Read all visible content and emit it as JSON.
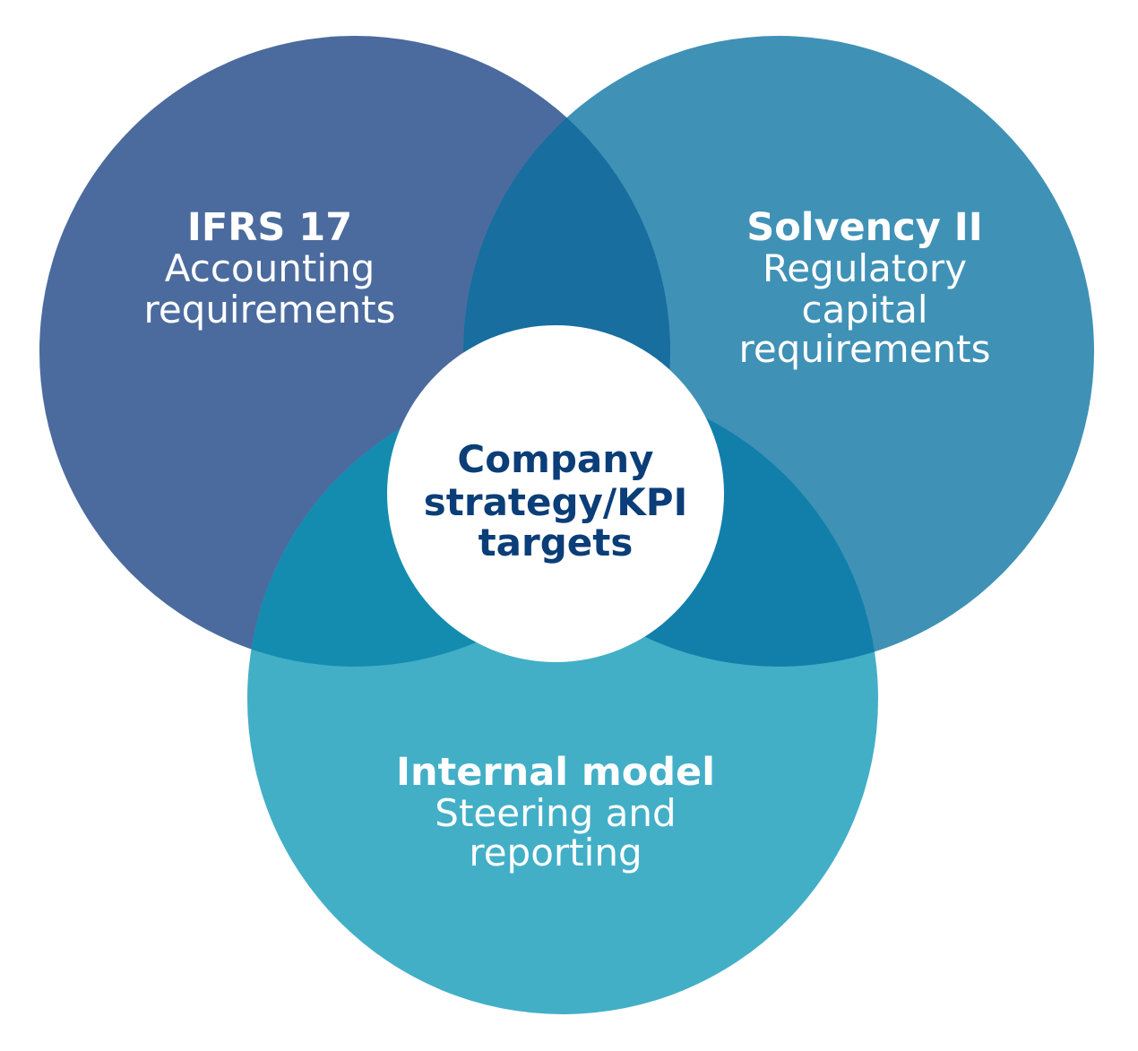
{
  "colors": {
    "ifrs_circle": "#4b6b9e",
    "solvency_circle": "#4091b6",
    "internal_circle": "#42afc7",
    "overlap_ifrs_solvency": "#176e9f",
    "overlap_ifrs_internal": "#148caf",
    "overlap_solvency_internal": "#127fab",
    "center_fill": "#ffffff",
    "center_text": "#0b3e78"
  },
  "circles": [
    {
      "id": "ifrs",
      "title": "IFRS 17",
      "lines": [
        "Accounting",
        "requirements"
      ]
    },
    {
      "id": "solvency",
      "title": "Solvency II",
      "lines": [
        "Regulatory",
        "capital",
        "requirements"
      ]
    },
    {
      "id": "internal",
      "title": "Internal model",
      "lines": [
        "Steering and",
        "reporting"
      ]
    }
  ],
  "center": {
    "lines": [
      "Company",
      "strategy/KPI",
      "targets"
    ]
  }
}
